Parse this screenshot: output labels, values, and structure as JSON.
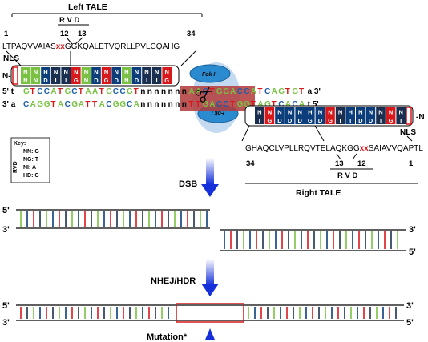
{
  "left_tale": {
    "title": "Left  TALE",
    "rvd": "R  V  D",
    "pos_start": "1",
    "pos_12": "12",
    "pos_13": "13",
    "pos_end": "34",
    "seq_a": "LTPAQVVAIAS",
    "seq_x": "xx",
    "seq_b": "GGKQALETVQRLLPVLCQAHG",
    "nls": "NLS",
    "n_term": "N-",
    "top_rvds": "NNHNNNNNNNNNNNN",
    "bottom_rvds": "NNDIIGNDGDNDIIG"
  },
  "fok1_top": "Fok I",
  "fok1_bottom": "Fok I",
  "dna": {
    "top_prefix": "5' t",
    "top_left": "GTCCATGCTAATGCCGT",
    "spacer": "nnnnnnn",
    "top_right": "AACTGGACCATCAGTGT",
    "top_suffix": "a 3'",
    "bot_prefix": "3' a",
    "bot_left": "CAGGTACGATTACGGCA",
    "bot_right": "TTGACCTGGTAGTCACA",
    "bot_suffix": "t 5'"
  },
  "right_tale": {
    "nls": "NLS",
    "n_term": "-N",
    "top_rvds": "NNNNNHNNNHNNNNN",
    "bottom_rvds": "IGDDDGDGIIDDIGI",
    "seq_a": "GHAQCLVPLLRQVTELAQKGG",
    "seq_x": "xx",
    "seq_b": "SAIAVVQAPTL",
    "pos_start": "34",
    "pos_13": "13",
    "pos_12": "12",
    "pos_end": "1",
    "rvd": "R  V  D",
    "title": "Right  TALE"
  },
  "key": {
    "title": "Key:",
    "rows": [
      "NN: G",
      "NG: T",
      "NI:  A",
      "HD: C"
    ],
    "side_label": "RVD"
  },
  "dsb": {
    "label": "DSB",
    "left_5": "5'",
    "left_3": "3'",
    "right_3": "3'",
    "right_5": "5'"
  },
  "repair": {
    "label": "NHEJ/HDR",
    "left_5": "5'",
    "left_3": "3'",
    "right_3": "3'",
    "right_5": "5'",
    "mutation": "Mutation*"
  },
  "colors": {
    "ng_red": "#d7191c",
    "hd_blue": "#0a3d7a",
    "nn_green": "#7ac143",
    "ni_dark": "#1a2f4f",
    "fok_blue": "#2a8bd0",
    "arrow_blue": "#1530d8",
    "spacer_red": "#b23a3a"
  }
}
